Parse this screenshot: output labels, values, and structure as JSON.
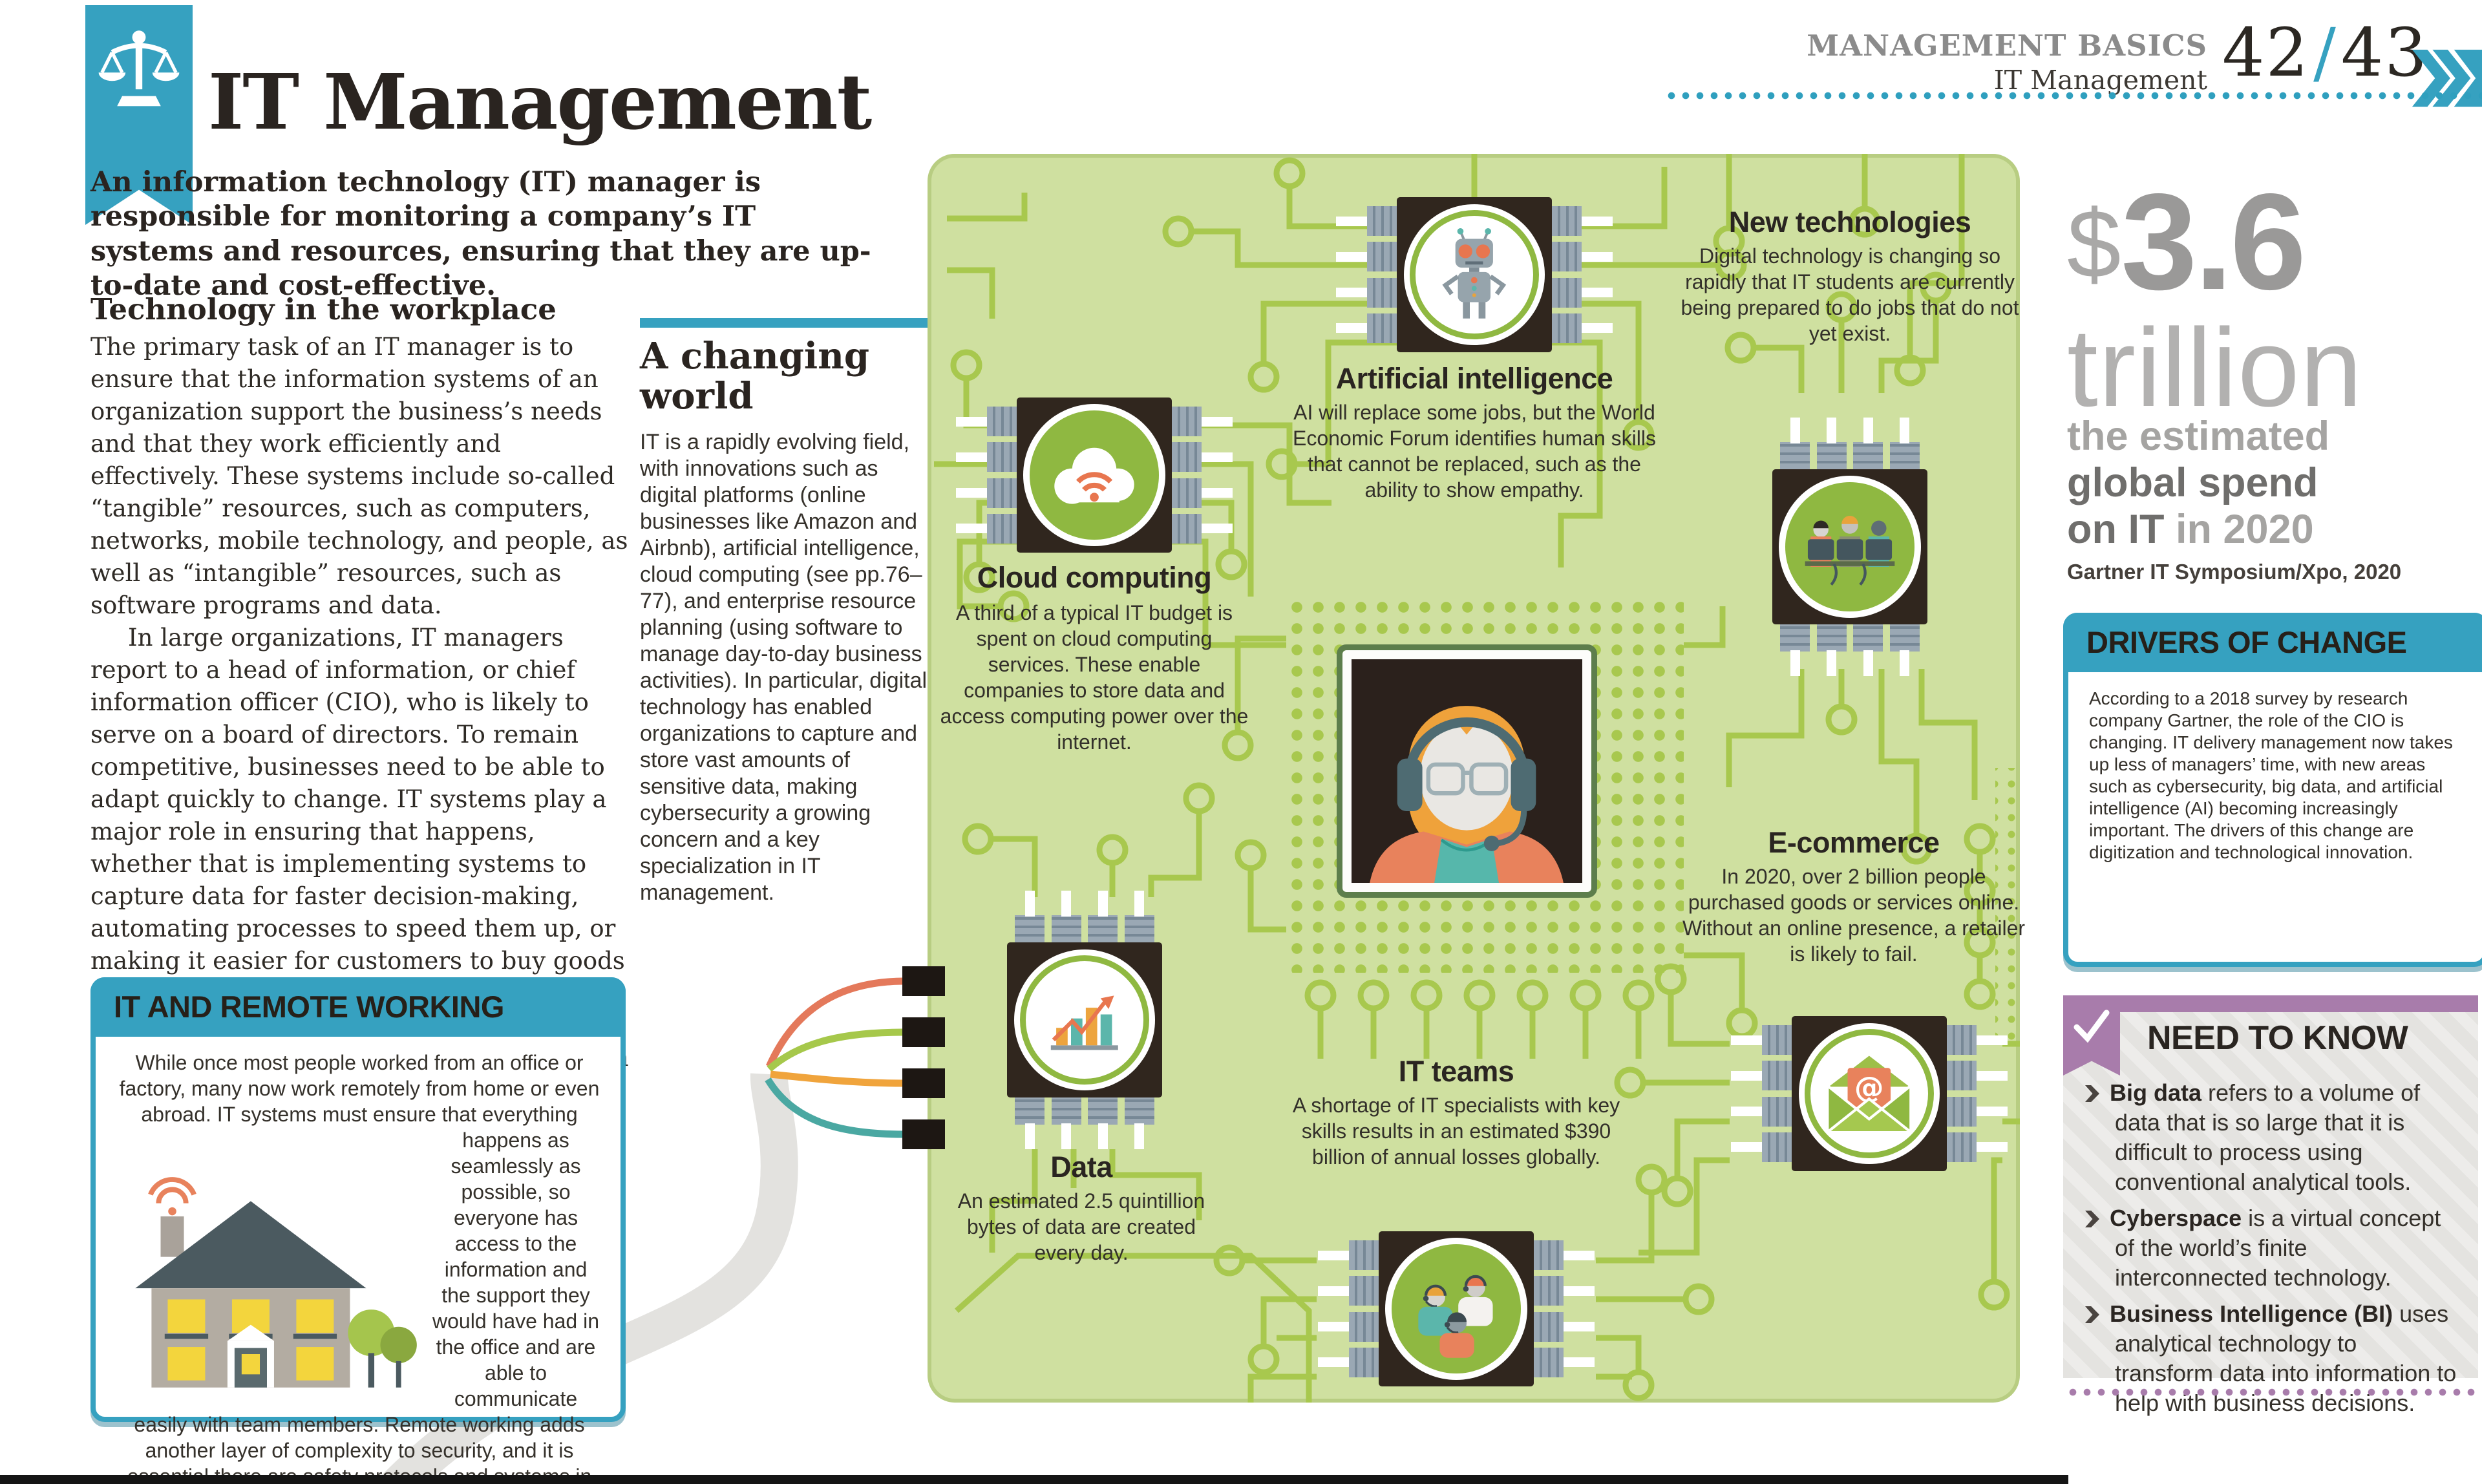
{
  "page": {
    "eyebrow": "MANAGEMENT BASICS",
    "section": "IT Management",
    "page_number_left": "42",
    "page_number_divider": "/",
    "page_number_right": "43"
  },
  "title_block": {
    "title": "IT Management",
    "intro": "An information technology (IT) manager is responsible for monitoring a company’s IT systems and resources, ensuring that they are up-to-date and cost-effective."
  },
  "workplace": {
    "heading": "Technology in the workplace",
    "para1": "The primary task of an IT manager is to ensure that the information systems of an organization support the business’s needs and that they work efficiently and effectively. These systems include so-called “tangible” resources, such as computers, networks, mobile technology, and people, as well as “intangible” resources, such as software programs and data.",
    "para2": "In large organizations, IT managers report to a head of information, or chief information officer (CIO), who is likely to serve on a board of directors. To remain competitive, businesses need to be able to adapt quickly to change. IT systems play a major role in ensuring that happens, whether that is implementing systems to capture data for faster decision-making, automating processes to speed them up, or making it easier for customers to buy goods or services. It is part of the role of the CIO to look to the future and anticipate the organization’s needs. Increasing reliance on IT systems has made it essential that security is paramount, to avoid data breaches and interruptions to service that are not only costly and disruptive, but that can also affect the reputation of the organization."
  },
  "changing_world": {
    "heading": "A changing world",
    "body": "IT is a rapidly evolving field, with innovations such as digital platforms (online businesses like Amazon and Airbnb), artificial intelligence, cloud computing (see pp.76–77), and enterprise resource planning (using software to manage day-to-day business activities). In particular, digital technology has enabled organizations to capture and store vast amounts of sensitive data, making cybersecurity a growing concern and a key specialization in IT management."
  },
  "remote_box": {
    "heading": "IT AND REMOTE WORKING",
    "body": "While once most people worked from an office or factory, many now work remotely from home or even abroad. IT systems must ensure that everything happens as seamlessly as possible, so everyone has access to the information and the support they would have had in the office and are able to communicate easily with team members. Remote working adds another layer of complexity to security, and it is essential there are safety protocols and systems in place to protect the business."
  },
  "nodes": {
    "ai": {
      "title": "Artificial intelligence",
      "body": "AI will replace some jobs, but the World Economic Forum identifies human skills that cannot be replaced, such as the ability to show empathy."
    },
    "new_tech": {
      "title": "New technologies",
      "body": "Digital technology is changing so rapidly that IT students are currently being prepared to do jobs that do not yet exist."
    },
    "cloud": {
      "title": "Cloud computing",
      "body": "A third of a typical IT budget is spent on cloud computing services. These enable companies to store data and access computing power over the internet."
    },
    "ecommerce": {
      "title": "E-commerce",
      "body": "In 2020, over 2 billion people purchased goods or services online. Without an online presence, a retailer is likely to fail."
    },
    "it_teams": {
      "title": "IT teams",
      "body": "A shortage of IT specialists with key skills results in an estimated $390 billion of annual losses globally."
    },
    "data": {
      "title": "Data",
      "body": "An estimated 2.5 quintillion bytes of data are created every day."
    }
  },
  "stat": {
    "currency": "$",
    "amount": "3.6",
    "unit": "trillion",
    "line1": "the estimated",
    "line2": "global spend",
    "line3_dark": "on IT",
    "line3_light": " in 2020",
    "source": "Gartner IT Symposium/Xpo, 2020"
  },
  "drivers_box": {
    "heading": "DRIVERS OF CHANGE",
    "body": "According to a 2018 survey by research company Gartner, the role of the CIO is changing. IT delivery management now takes up less of managers’ time, with new areas such as cybersecurity, big data, and artificial intelligence (AI) becoming increasingly important. The drivers of this change are digitization and technological innovation."
  },
  "need_to_know": {
    "heading": "NEED TO KNOW",
    "items": [
      {
        "term": "Big data",
        "rest": " refers to a volume of data that is so large that it is difficult to process using conventional analytical tools."
      },
      {
        "term": "Cyberspace",
        "rest": " is a virtual concept of the world’s finite interconnected technology."
      },
      {
        "term": "Business Intelligence (BI)",
        "rest": " uses analytical technology to transform data into information to help with business decisions."
      }
    ]
  },
  "icons": {
    "scales": "scales-of-justice-icon",
    "robot": "robot-icon",
    "cloud": "cloud-wifi-icon",
    "new_tech": "team-at-monitors-icon",
    "manager": "headset-manager-icon",
    "ecommerce": "open-envelope-at-icon",
    "data": "bar-chart-icon",
    "house": "house-wifi-icon",
    "check": "checkmark-icon",
    "chevrons": "page-corner-chevrons-icon"
  },
  "colors": {
    "teal": "#36a1c0",
    "purple": "#a87cab",
    "board_green": "#cfe0a0",
    "trace_green": "#a8c84e",
    "chip_dark": "#30261e",
    "icon_green": "#8fb841",
    "orange": "#e8825c",
    "stat_gray": "#9a9998",
    "text_dark": "#2a2420"
  }
}
